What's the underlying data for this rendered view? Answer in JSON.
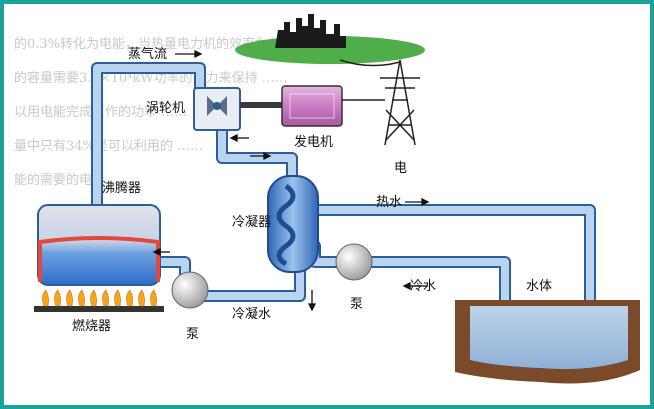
{
  "labels": {
    "steam_flow": "蒸气流",
    "turbine": "涡轮机",
    "generator": "发电机",
    "electricity": "电",
    "boiler": "沸腾器",
    "condenser": "冷凝器",
    "hot_water": "热水",
    "cold_water": "冷水",
    "water_body": "水体",
    "pump_left": "泵",
    "pump_right": "泵",
    "condensed_water": "冷凝水",
    "burner": "燃烧器"
  },
  "background_text": [
    "的0.3%转化为电能，当热量电力机的效率为1.0×10⁵%时 ……",
    "的容量需要3.5×10⁴kW功率的电力来保持 ……",
    "以用电能完成工作的功率 ……",
    "量中只有34%是可以利用的 ……",
    "能的需要的电量 ……"
  ],
  "colors": {
    "frame": "#1aa39a",
    "pipe": "#9ec6e6",
    "water": "#5b8fd0",
    "boiler_top": "#d9dde6",
    "boiler_bottom": "#3f7ed8",
    "flame": "#f5a51c",
    "ground": "#7a4a2a"
  }
}
